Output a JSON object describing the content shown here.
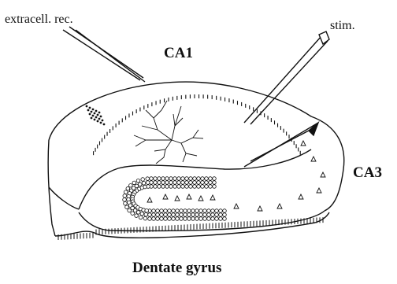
{
  "labels": {
    "extracellular_recording": "extracell. rec.",
    "stimulation": "stim.",
    "ca1": "CA1",
    "ca3": "CA3",
    "dentate_gyrus": "Dentate gyrus"
  },
  "colors": {
    "ink": "#111111",
    "background": "#ffffff"
  }
}
